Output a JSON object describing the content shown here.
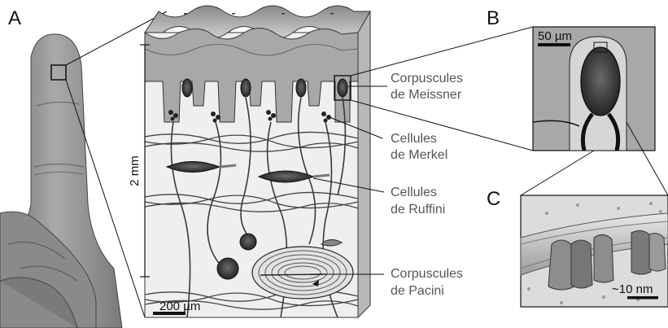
{
  "panels": {
    "a": "A",
    "b": "B",
    "c": "C"
  },
  "labels": {
    "meissner": [
      "Corpuscules",
      "de Meissner"
    ],
    "merkel": [
      "Cellules",
      "de Merkel"
    ],
    "ruffini": [
      "Cellules",
      "de Ruffini"
    ],
    "pacini": [
      "Corpuscules",
      "de Pacini"
    ]
  },
  "scales": {
    "depth": "2 mm",
    "skin": "200 µm",
    "corpuscle": "50 µm",
    "membrane": "~10 nm"
  },
  "colors": {
    "tissue": "#c9c9c9",
    "finger": "#8e8e8e",
    "dark_cell": "#2a2a2a",
    "nerve": "#3a3a3a",
    "label_text": "#555555"
  }
}
